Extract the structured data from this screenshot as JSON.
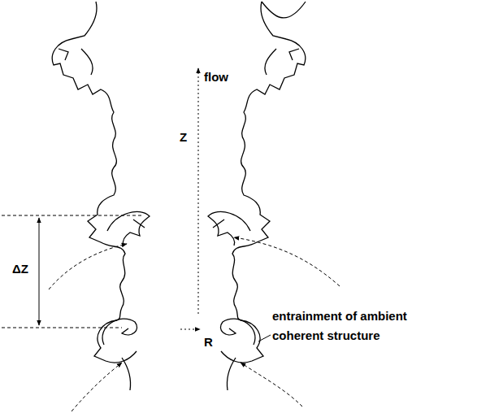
{
  "diagram": {
    "labels": [
      "flow",
      "Z",
      "ΔZ",
      "R",
      "entrainment of ambient",
      "coherent structure"
    ]
  }
}
